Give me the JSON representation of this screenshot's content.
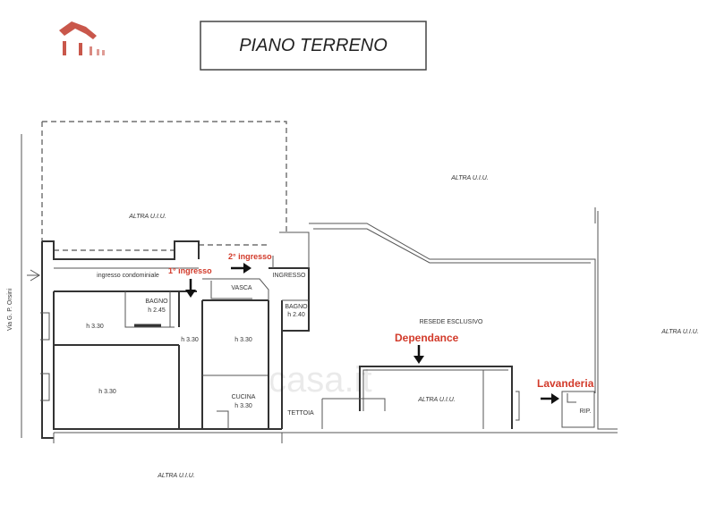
{
  "title": "PIANO TERRENO",
  "street": "Via G. P. Orsini",
  "watermark": "casa.it",
  "labels": {
    "altra_uiu": "ALTRA U.I.U.",
    "ingresso_condominiale": "ingresso condominiale",
    "ingresso": "INGRESSO",
    "vasca": "VASCA",
    "bagno_1": "BAGNO",
    "bagno_1_h": "h 2.45",
    "bagno_2": "BAGNO",
    "bagno_2_h": "h 2.40",
    "h330": "h 3.30",
    "cucina": "CUCINA",
    "cucina_h": "h 3.30",
    "tettoia": "TETTOIA",
    "resede": "RESEDE ESCLUSIVO",
    "rip": "RIP."
  },
  "annotations": {
    "primo_ingresso": "1° ingresso",
    "secondo_ingresso": "2° ingresso",
    "dependance": "Dependance",
    "lavanderia": "Lavanderia"
  },
  "colors": {
    "annotation": "#d23a2a",
    "logo": "#c0392b",
    "wall": "#333333"
  }
}
